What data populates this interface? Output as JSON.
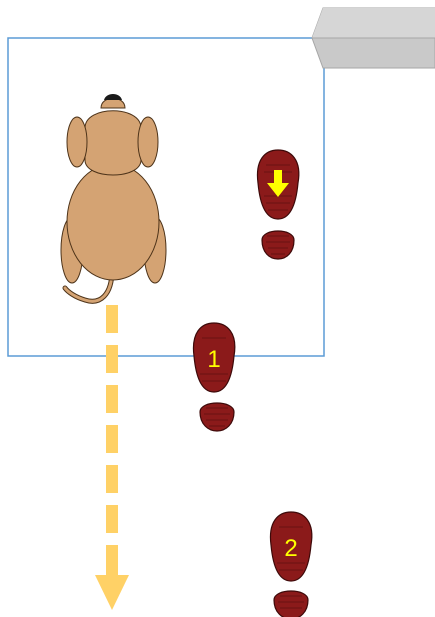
{
  "colors": {
    "background": "#ffffff",
    "frame_border": "#5b9bd5",
    "box_fill": "#c9c9c9",
    "box_side": "#a6a6a6",
    "dog_body": "#d4a373",
    "dog_outline": "#4d3319",
    "dog_nose": "#1a1a1a",
    "shoe_fill": "#8b1a1a",
    "shoe_outline": "#3d0a0a",
    "arrow_fill": "#ffd166",
    "label_color": "#ffff00"
  },
  "icons": {
    "box": "grey-box-icon",
    "dog": "dog-top-view-icon",
    "footprint": "shoe-print-icon",
    "direction_arrow": "down-arrow-icon",
    "path_arrow": "dashed-down-arrow-icon"
  },
  "footprints": [
    {
      "id": "start",
      "label": ""
    },
    {
      "id": "step-1",
      "label": "1"
    },
    {
      "id": "step-2",
      "label": "2"
    }
  ]
}
